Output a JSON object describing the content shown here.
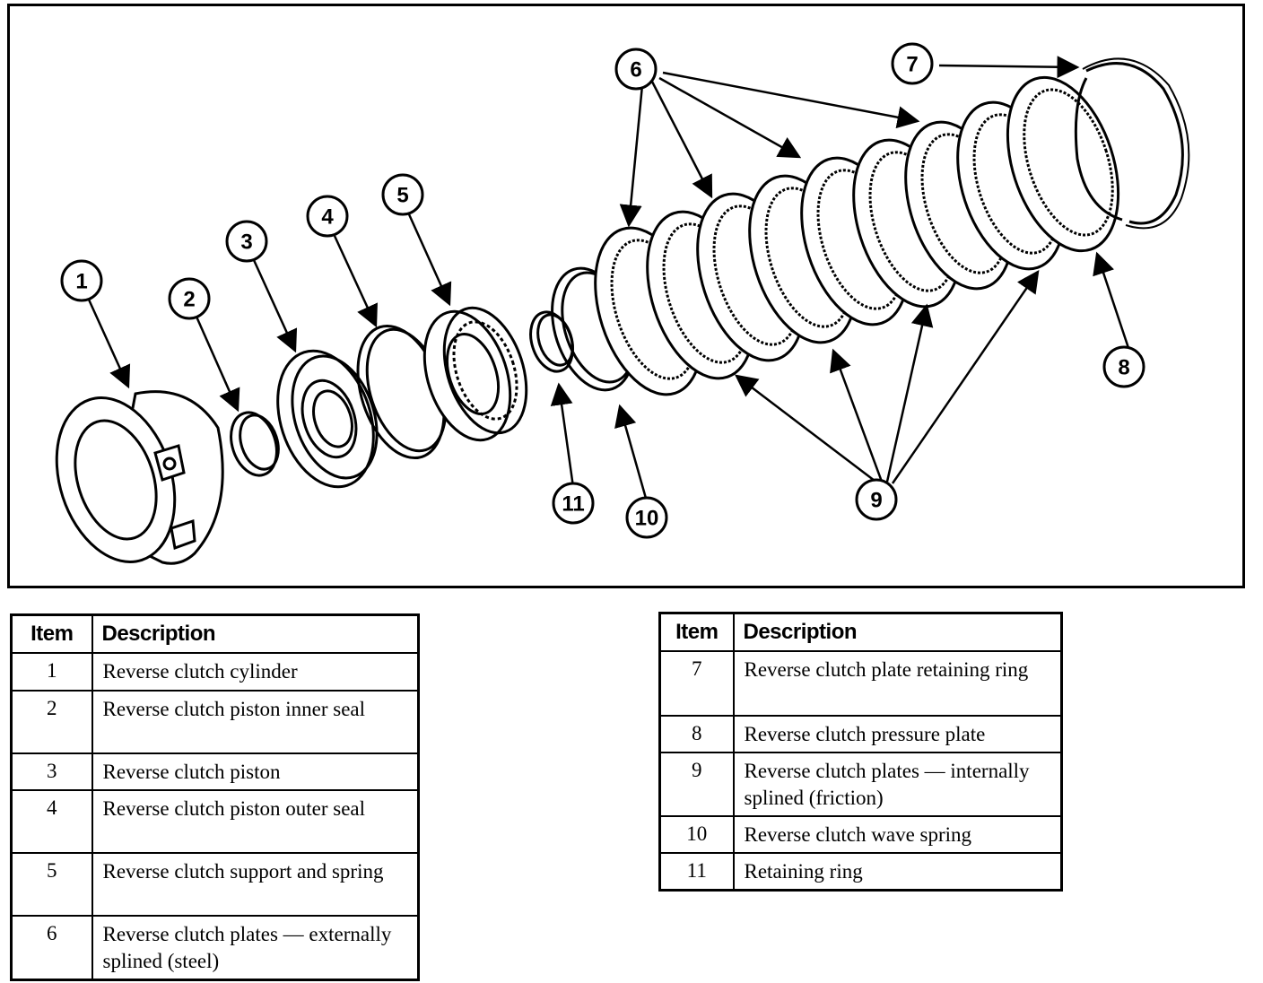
{
  "callouts": [
    "1",
    "2",
    "3",
    "4",
    "5",
    "6",
    "7",
    "8",
    "9",
    "10",
    "11"
  ],
  "legend_left": {
    "header_item": "Item",
    "header_desc": "Description",
    "rows": [
      {
        "item": "1",
        "desc": "Reverse clutch cylinder"
      },
      {
        "item": "2",
        "desc": "Reverse clutch piston inner seal"
      },
      {
        "item": "3",
        "desc": "Reverse clutch piston"
      },
      {
        "item": "4",
        "desc": "Reverse clutch piston outer seal"
      },
      {
        "item": "5",
        "desc": "Reverse clutch support and spring"
      },
      {
        "item": "6",
        "desc": "Reverse clutch plates — externally splined (steel)"
      }
    ]
  },
  "legend_right": {
    "header_item": "Item",
    "header_desc": "Description",
    "rows": [
      {
        "item": "7",
        "desc": "Reverse clutch plate retaining ring"
      },
      {
        "item": "8",
        "desc": "Reverse clutch pressure plate"
      },
      {
        "item": "9",
        "desc": "Reverse clutch plates — internally splined (friction)"
      },
      {
        "item": "10",
        "desc": "Reverse clutch wave spring"
      },
      {
        "item": "11",
        "desc": "Retaining ring"
      }
    ]
  }
}
